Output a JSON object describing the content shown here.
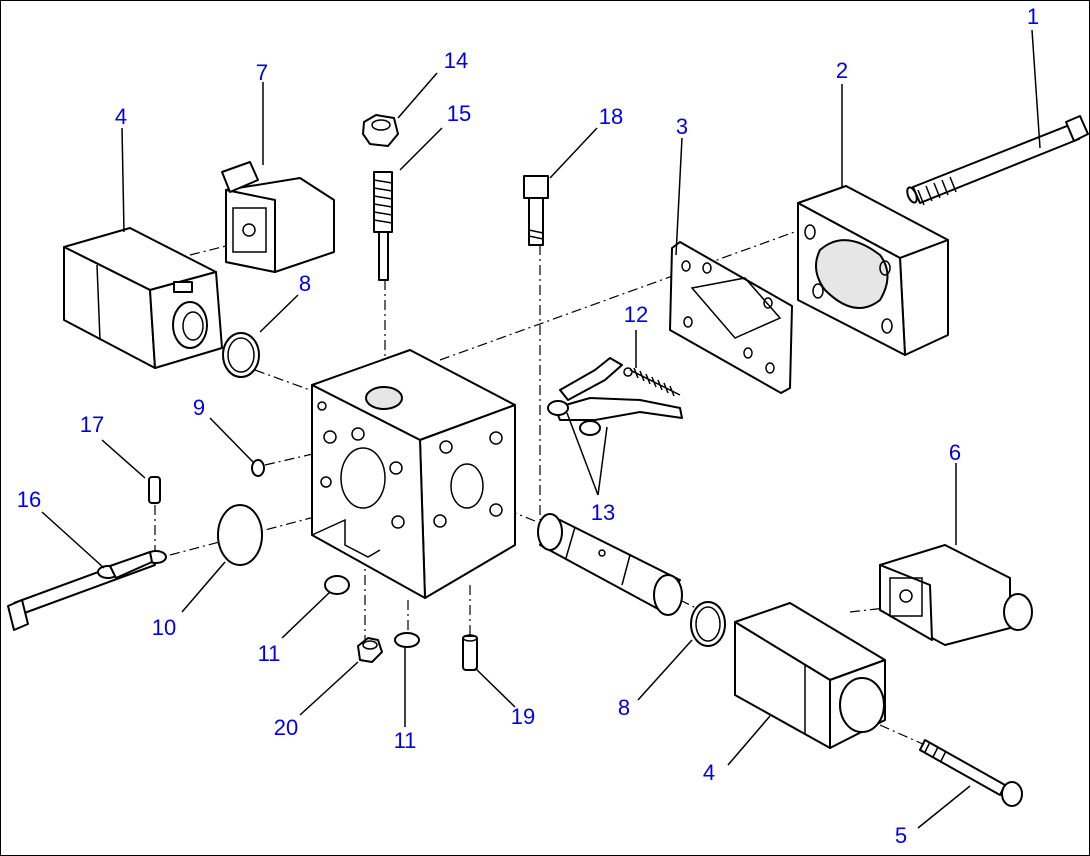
{
  "diagram": {
    "colors": {
      "callout": "#0000e6",
      "line": "#000000",
      "background": "#ffffff"
    },
    "callouts": [
      {
        "id": "c1",
        "text": "1"
      },
      {
        "id": "c2",
        "text": "2"
      },
      {
        "id": "c3",
        "text": "3"
      },
      {
        "id": "c4a",
        "text": "4"
      },
      {
        "id": "c4b",
        "text": "4"
      },
      {
        "id": "c5",
        "text": "5"
      },
      {
        "id": "c6",
        "text": "6"
      },
      {
        "id": "c7",
        "text": "7"
      },
      {
        "id": "c8a",
        "text": "8"
      },
      {
        "id": "c8b",
        "text": "8"
      },
      {
        "id": "c9",
        "text": "9"
      },
      {
        "id": "c10",
        "text": "10"
      },
      {
        "id": "c11a",
        "text": "11"
      },
      {
        "id": "c11b",
        "text": "11"
      },
      {
        "id": "c12",
        "text": "12"
      },
      {
        "id": "c13",
        "text": "13"
      },
      {
        "id": "c14",
        "text": "14"
      },
      {
        "id": "c15",
        "text": "15"
      },
      {
        "id": "c16",
        "text": "16"
      },
      {
        "id": "c17",
        "text": "17"
      },
      {
        "id": "c18",
        "text": "18"
      },
      {
        "id": "c19",
        "text": "19"
      },
      {
        "id": "c20",
        "text": "20"
      }
    ]
  }
}
